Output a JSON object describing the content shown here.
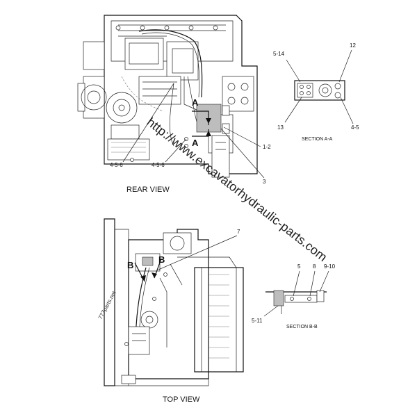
{
  "views": {
    "rear": "REAR VIEW",
    "top": "TOP VIEW"
  },
  "sections": {
    "a": "SECTION A-A",
    "b": "SECTION B-B"
  },
  "section_markers": {
    "a_upper": "A",
    "a_lower": "A",
    "b_left": "B",
    "b_right": "B"
  },
  "callouts": {
    "rear_4_5_6_left": "4-5-6",
    "rear_4_5_6_right": "4-5-6",
    "rear_1_2": "1-2",
    "rear_3": "3",
    "sec_a_5_14": "5-14",
    "sec_a_12": "12",
    "sec_a_13": "13",
    "sec_a_4_5": "4-5",
    "top_7": "7",
    "sec_b_5": "5",
    "sec_b_8": "8",
    "sec_b_9_10": "9-10",
    "sec_b_5_11": "5-11"
  },
  "watermarks": {
    "main": "http://www.excavatorhydraulic-parts.com",
    "side": "777parts.net"
  },
  "colors": {
    "ink": "#111111",
    "background": "#ffffff"
  }
}
